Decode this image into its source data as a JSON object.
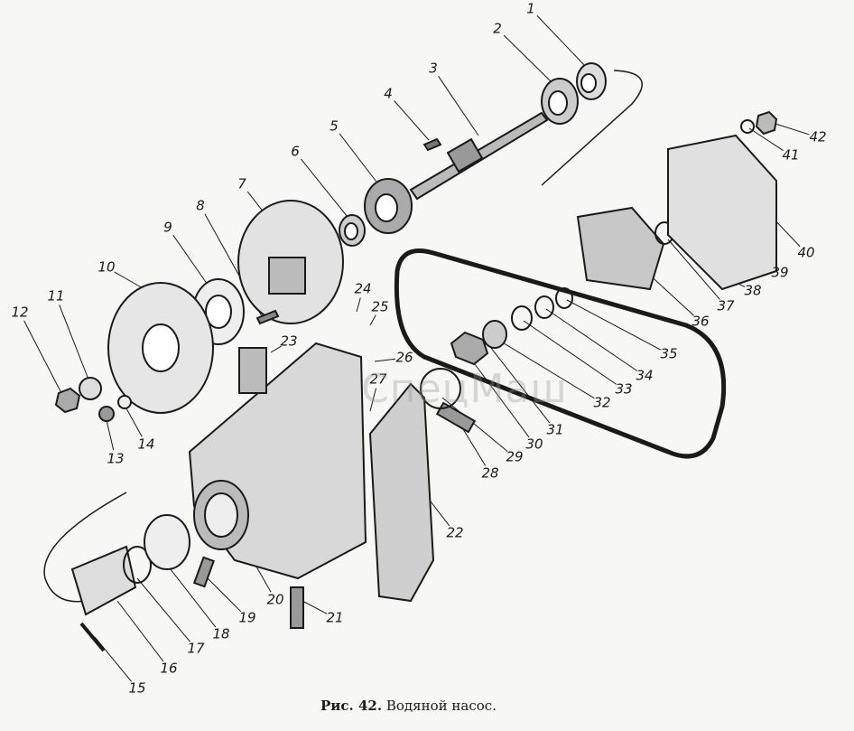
{
  "figure": {
    "caption_prefix": "Рис. 42.",
    "caption_text": "Водяной насос.",
    "watermark": "СпецМаш"
  },
  "part_labels": [
    "1",
    "2",
    "3",
    "4",
    "5",
    "6",
    "7",
    "8",
    "9",
    "10",
    "11",
    "12",
    "13",
    "14",
    "15",
    "16",
    "17",
    "18",
    "19",
    "20",
    "21",
    "22",
    "23",
    "24",
    "25",
    "26",
    "27",
    "28",
    "29",
    "30",
    "31",
    "32",
    "33",
    "34",
    "35",
    "36",
    "37",
    "38",
    "39",
    "40",
    "41",
    "42"
  ]
}
